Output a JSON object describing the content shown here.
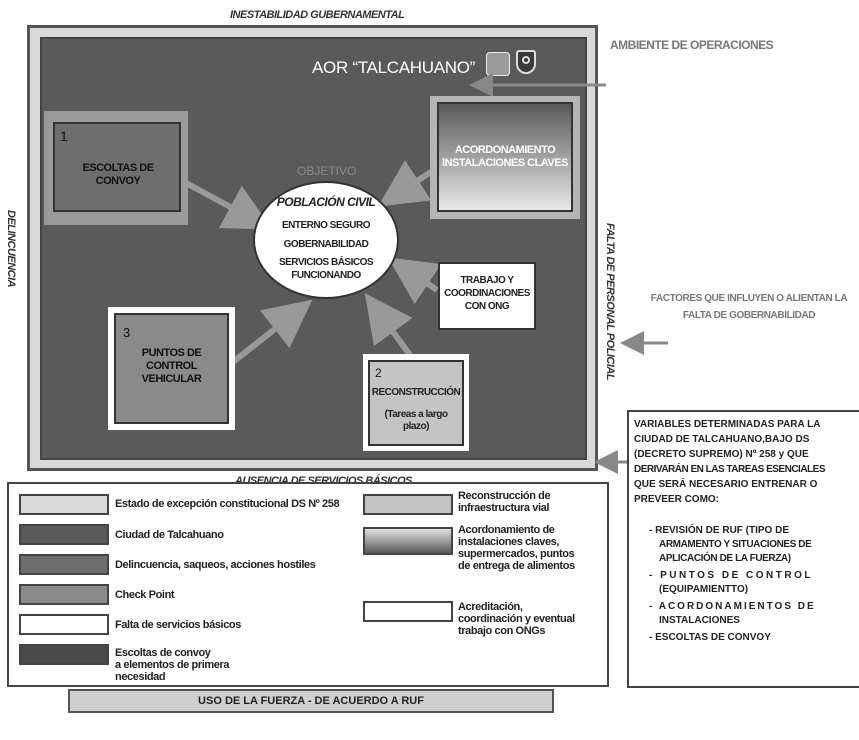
{
  "top_label": "INESTABILIDAD GUBERNAMENTAL",
  "bottom_label": "AUSENCIA DE SERVICIOS BÁSICOS",
  "left_label": "DELINCUENCIA",
  "right_label": "FALTA DE PERSONAL POLICIAL",
  "aor_title": "AOR “TALCAHUANO”",
  "ambiente": "AMBIENTE DE OPERACIONES",
  "factores_line1": "FACTORES QUE INFLUYEN O ALIENTAN LA",
  "factores_line2": "FALTA DE GOBERNABILIDAD",
  "objetivo": "OBJETIVO",
  "center": {
    "title": "POBLACIÓN CIVIL",
    "line1": "ENTERNO SEGURO",
    "line2": "GOBERNABILIDAD",
    "line3": "SERVICIOS BÁSICOS",
    "line4": "FUNCIONANDO"
  },
  "task1": {
    "number": "1",
    "label": "ESCOLTAS DE CONVOY"
  },
  "task_acordonamiento": {
    "line1": "ACORDONAMIENTO",
    "line2": "INSTALACIONES CLAVES"
  },
  "task_trabajo": {
    "line1": "TRABAJO Y",
    "line2": "COORDINACIONES",
    "line3": "CON ONG"
  },
  "task3": {
    "number": "3",
    "line1": "PUNTOS DE",
    "line2": "CONTROL",
    "line3": "VEHICULAR"
  },
  "task2": {
    "number": "2",
    "label": "RECONSTRUCCIÓN",
    "sub1": "(Tareas a largo",
    "sub2": "plazo)"
  },
  "legend": {
    "l1": "Estado de excepción constitucional DS Nº 258",
    "l2": "Ciudad de Talcahuano",
    "l3": "Delincuencia, saqueos, acciones hostiles",
    "l4": "Check Point",
    "l5": "Falta de servicios básicos",
    "l6a": "Escoltas de convoy",
    "l6b": "a elementos de primera",
    "l6c": "necesidad",
    "r1a": "Reconstrucción de",
    "r1b": "infraestructura vial",
    "r2a": "Acordonamiento de",
    "r2b": "instalaciones claves,",
    "r2c": "supermercados, puntos",
    "r2d": "de entrega de alimentos",
    "r3a": "Acreditación,",
    "r3b": "coordinación y eventual",
    "r3c": "trabajo con ONGs"
  },
  "ruf_bar": "USO DE LA FUERZA - DE ACUERDO A RUF",
  "variables": {
    "p1": "VARIABLES DETERMINADAS PARA LA",
    "p2": "CIUDAD DE TALCAHUANO,BAJO DS",
    "p3": "(DECRETO SUPREMO) Nº 258 y QUE",
    "p4": "DERIVARÁN EN LAS TAREAS ESENCIALES",
    "p5": "QUE SERÁ NECESARIO ENTRENAR O",
    "p6": "PREVEER COMO:",
    "b1a": "- REVISIÓN DE RUF (TIPO DE",
    "b1b": "ARMAMENTO Y SITUACIONES DE",
    "b1c": "APLICACIÓN DE LA FUERZA)",
    "b2a": "- PUNTOS DE CONTROL",
    "b2b": "(EQUIPAMIENTTO)",
    "b3a": "- ACORDONAMIENTOS DE",
    "b3b": "INSTALACIONES",
    "b4": "- ESCOLTAS DE CONVOY"
  },
  "colors": {
    "city": "#5a5a5a",
    "state_exception": "#d9d9d9",
    "crime": "#6e6e6e",
    "check_point": "#8a8a8a",
    "reconstruction": "#c4c4c4",
    "white": "#ffffff"
  }
}
